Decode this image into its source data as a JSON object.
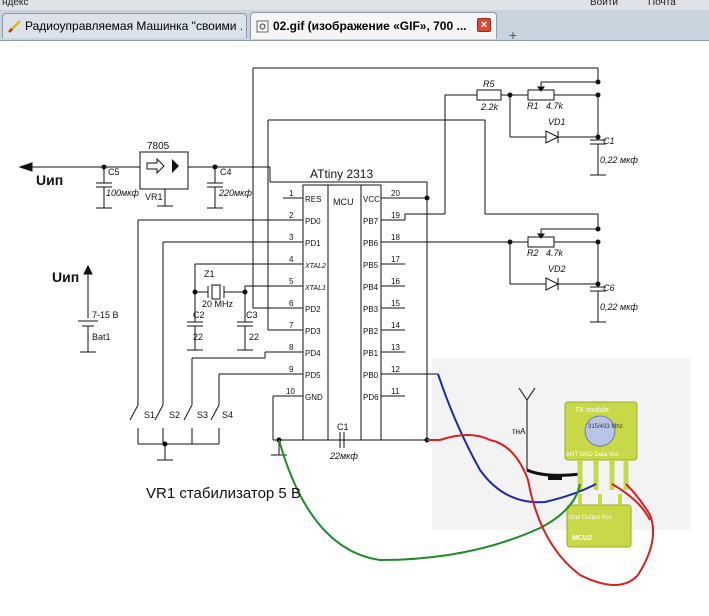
{
  "browser": {
    "top_left_fragment": "ндекс",
    "top_right_fragments": [
      "Войти",
      "Почта"
    ],
    "tabs": [
      {
        "label": "Радиоуправляемая Машинка \"своими ...",
        "active": false,
        "icon": "yandex-icon"
      },
      {
        "label": "02.gif (изображение «GIF», 700 ...",
        "active": true,
        "icon": "image-icon"
      }
    ],
    "new_tab_symbol": "+"
  },
  "schematic": {
    "regulator": {
      "label": "7805",
      "name": "VR1"
    },
    "supply": {
      "left_label": "Uип",
      "battery_label": "Uип",
      "battery_voltage": "7-15 В",
      "battery_name": "Bat1"
    },
    "capacitors": {
      "c5_name": "C5",
      "c5_value": "100мкф",
      "c4_name": "C4",
      "c4_value": "220мкф",
      "c2_name": "C2",
      "c2_value": "22",
      "c3_name": "C3",
      "c3_value": "22",
      "c1_top_name": "C1",
      "c1_top_value": "0,22 мкф",
      "c6_name": "C6",
      "c6_value": "0,22 мкф",
      "c1_bottom_name": "C1",
      "c1_bottom_value": "22мкф"
    },
    "crystal": {
      "name": "Z1",
      "freq": "20 MHz"
    },
    "resistors": {
      "r5_name": "R5",
      "r5_value": "2.2k",
      "r1_name": "R1",
      "r1_value": "4.7k",
      "r2_name": "R2",
      "r2_value": "4.7k"
    },
    "diodes": {
      "vd1": "VD1",
      "vd2": "VD2"
    },
    "mcu": {
      "title": "ATtiny 2313",
      "center_label": "MCU",
      "left_pins": [
        {
          "num": "1",
          "name": "RES"
        },
        {
          "num": "2",
          "name": "PD0"
        },
        {
          "num": "3",
          "name": "PD1"
        },
        {
          "num": "4",
          "name": "XTAL2"
        },
        {
          "num": "5",
          "name": "XTAL1"
        },
        {
          "num": "6",
          "name": "PD2"
        },
        {
          "num": "7",
          "name": "PD3"
        },
        {
          "num": "8",
          "name": "PD4"
        },
        {
          "num": "9",
          "name": "PD5"
        },
        {
          "num": "10",
          "name": "GND"
        }
      ],
      "right_pins": [
        {
          "num": "20",
          "name": "VCC"
        },
        {
          "num": "19",
          "name": "PB7"
        },
        {
          "num": "18",
          "name": "PB6"
        },
        {
          "num": "17",
          "name": "PB5"
        },
        {
          "num": "16",
          "name": "PB4"
        },
        {
          "num": "15",
          "name": "PB3"
        },
        {
          "num": "14",
          "name": "PB2"
        },
        {
          "num": "13",
          "name": "PB1"
        },
        {
          "num": "12",
          "name": "PB0"
        },
        {
          "num": "11",
          "name": "PD6"
        }
      ]
    },
    "switches": [
      "S1",
      "S2",
      "S3",
      "S4"
    ],
    "caption": "VR1 стабилизатор 5 В",
    "antenna_label": "тнА",
    "tx_module": {
      "title": "TX module",
      "freq": "315/433 Mhz",
      "pins": "ANT GND Data Vcc"
    },
    "mcu2": {
      "pins": "Gnd  Output  Vcc",
      "name": "MCU2"
    },
    "wire_colors": {
      "red": "#d82020",
      "blue": "#1e2aa8",
      "green": "#1f8a2a",
      "module": "#c8d848"
    }
  }
}
